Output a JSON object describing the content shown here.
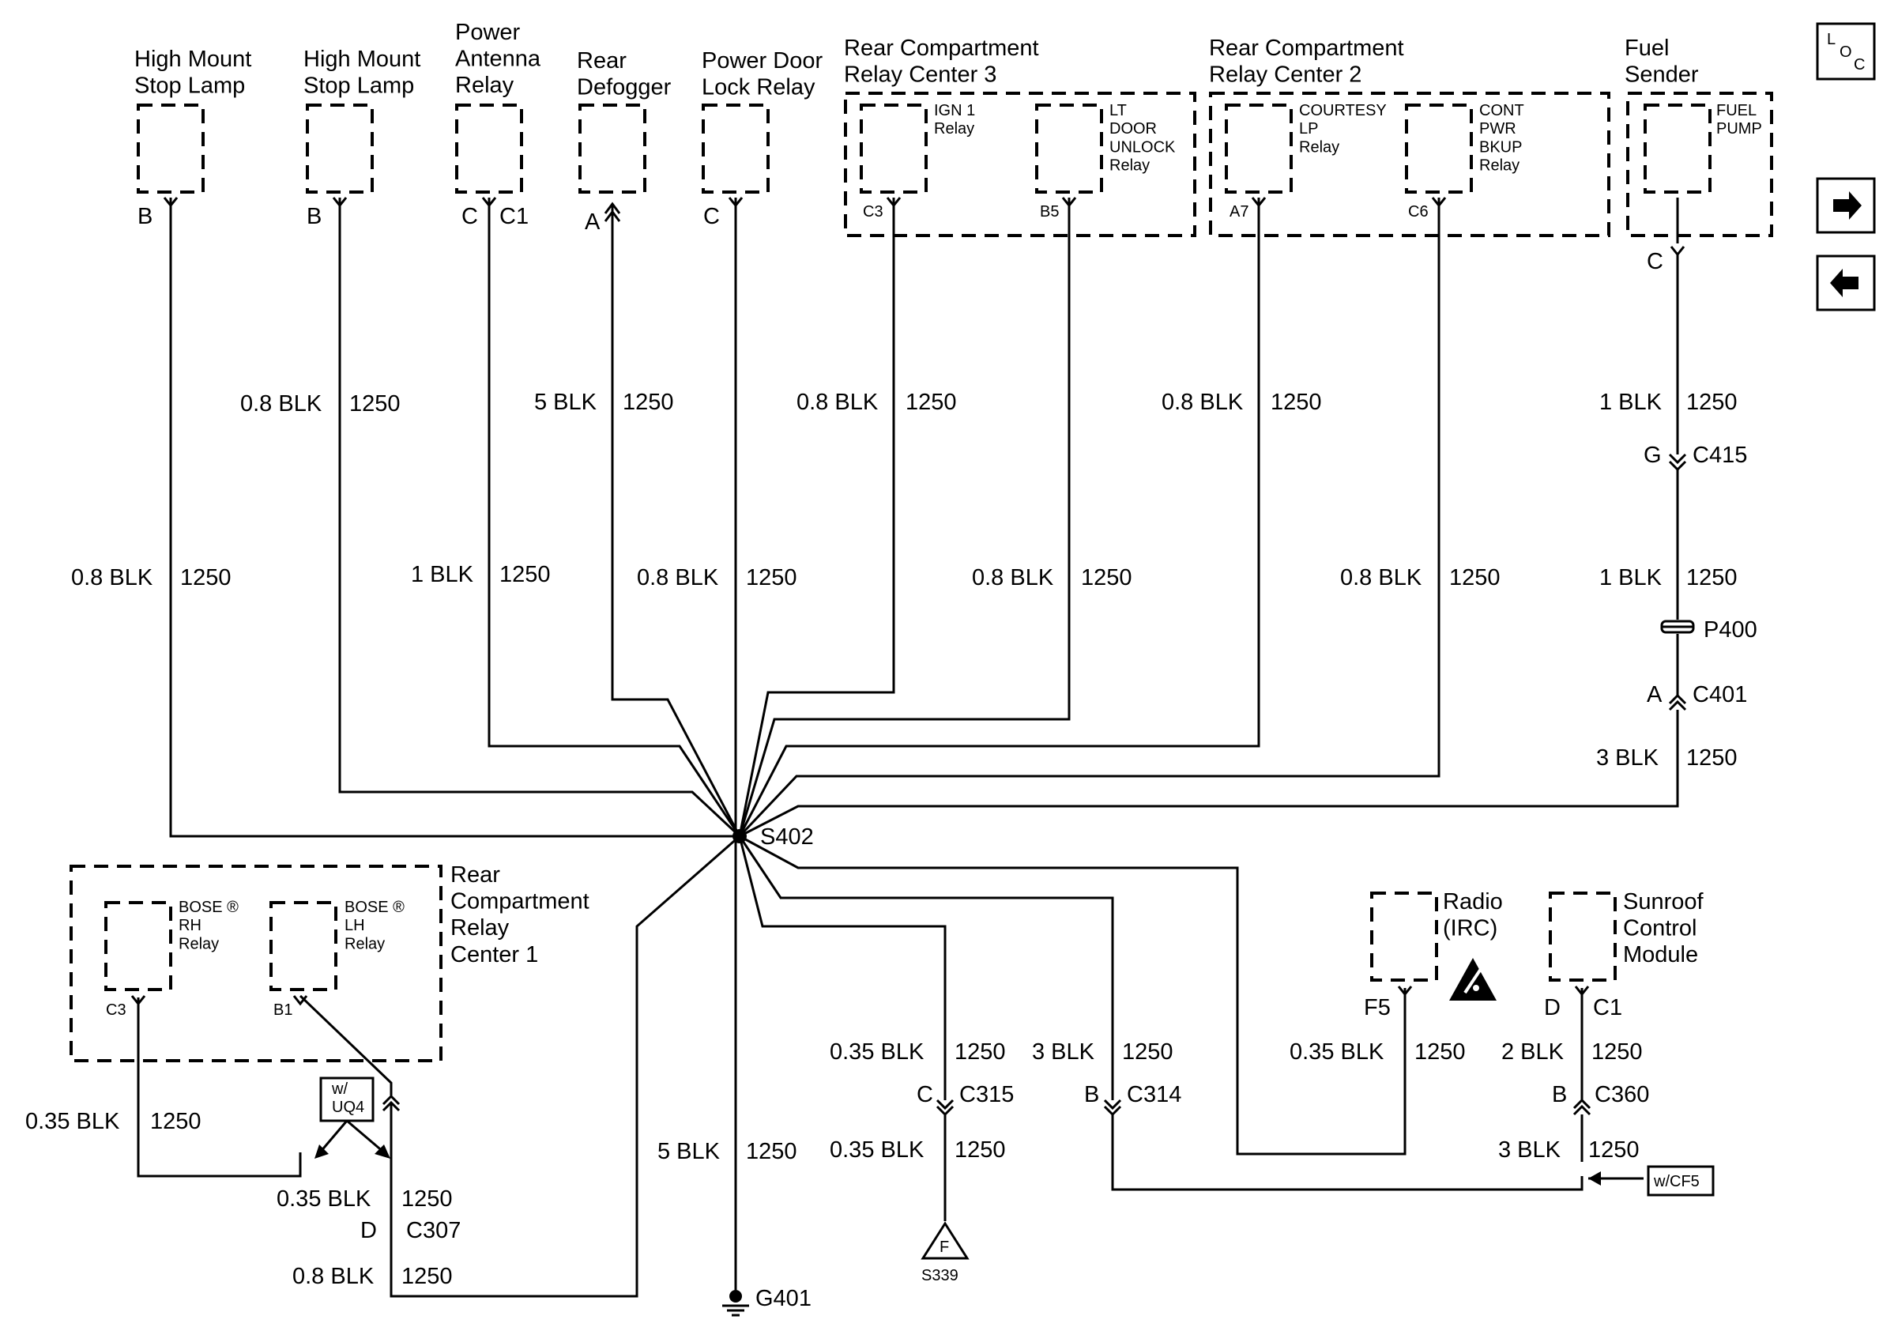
{
  "components": {
    "hmsl1": "High Mount\nStop Lamp",
    "hmsl2": "High Mount\nStop Lamp",
    "antenna": "Power\nAntenna\nRelay",
    "defogger": "Rear\nDefogger",
    "doorlock": "Power Door\nLock Relay",
    "rcrc3": "Rear Compartment\nRelay Center 3",
    "rcrc2": "Rear Compartment\nRelay Center 2",
    "fuel_sender": "Fuel\nSender",
    "rcrc1": "Rear\nCompartment\nRelay\nCenter 1",
    "radio": "Radio\n(IRC)",
    "sunroof": "Sunroof\nControl\nModule"
  },
  "relays": {
    "ign1": "IGN 1\nRelay",
    "lt_door": "LT\nDOOR\nUNLOCK\nRelay",
    "courtesy": "COURTESY\nLP\nRelay",
    "cont_pwr": "CONT\nPWR\nBKUP\nRelay",
    "fuel_pump": "FUEL\nPUMP",
    "bose_rh": "BOSE ®\nRH\nRelay",
    "bose_lh": "BOSE ®\nLH\nRelay"
  },
  "pins": {
    "hmsl1": "B",
    "hmsl2": "B",
    "antenna_c": "C",
    "antenna_c1": "C1",
    "defogger": "A",
    "doorlock": "C",
    "ign1": "C3",
    "lt_door": "B5",
    "courtesy": "A7",
    "cont_pwr": "C6",
    "fuel": "C",
    "bose_rh": "C3",
    "bose_lh": "B1",
    "radio": "F5",
    "sunroof_d": "D",
    "sunroof_c1": "C1"
  },
  "wires": {
    "w1": {
      "gauge": "0.8 BLK",
      "circuit": "1250"
    },
    "w2": {
      "gauge": "0.8 BLK",
      "circuit": "1250"
    },
    "w3": {
      "gauge": "1 BLK",
      "circuit": "1250"
    },
    "w4": {
      "gauge": "5 BLK",
      "circuit": "1250"
    },
    "w5": {
      "gauge": "0.8 BLK",
      "circuit": "1250"
    },
    "w6a": {
      "gauge": "0.8 BLK",
      "circuit": "1250"
    },
    "w6b": {
      "gauge": "0.8 BLK",
      "circuit": "1250"
    },
    "w7a": {
      "gauge": "0.8 BLK",
      "circuit": "1250"
    },
    "w7b": {
      "gauge": "0.8 BLK",
      "circuit": "1250"
    },
    "fuel_a": {
      "gauge": "1 BLK",
      "circuit": "1250"
    },
    "fuel_b": {
      "gauge": "1 BLK",
      "circuit": "1250"
    },
    "fuel_c": {
      "gauge": "3 BLK",
      "circuit": "1250"
    },
    "bose": {
      "gauge": "0.35 BLK",
      "circuit": "1250"
    },
    "c307_top": {
      "gauge": "0.35 BLK",
      "circuit": "1250"
    },
    "c307_bot": {
      "gauge": "0.8 BLK",
      "circuit": "1250"
    },
    "ground": {
      "gauge": "5 BLK",
      "circuit": "1250"
    },
    "c315_top": {
      "gauge": "0.35 BLK",
      "circuit": "1250"
    },
    "c315_bot": {
      "gauge": "0.35 BLK",
      "circuit": "1250"
    },
    "c314": {
      "gauge": "3 BLK",
      "circuit": "1250"
    },
    "radio": {
      "gauge": "0.35 BLK",
      "circuit": "1250"
    },
    "sunroof_top": {
      "gauge": "2 BLK",
      "circuit": "1250"
    },
    "sunroof_bot": {
      "gauge": "3 BLK",
      "circuit": "1250"
    }
  },
  "connectors": {
    "c415": {
      "pin": "G",
      "name": "C415"
    },
    "c401": {
      "pin": "A",
      "name": "C401"
    },
    "c307": {
      "pin": "D",
      "name": "C307"
    },
    "c315": {
      "pin": "C",
      "name": "C315"
    },
    "c314": {
      "pin": "B",
      "name": "C314"
    },
    "c360": {
      "pin": "B",
      "name": "C360"
    }
  },
  "splice": "S402",
  "p400": "P400",
  "ground": "G401",
  "s339": {
    "letter": "F",
    "name": "S339"
  },
  "options": {
    "uq4": "w/\nUQ4",
    "cf5": "w/CF5"
  },
  "nav": {
    "loc_l": "L",
    "loc_o": "O",
    "loc_c": "C"
  }
}
